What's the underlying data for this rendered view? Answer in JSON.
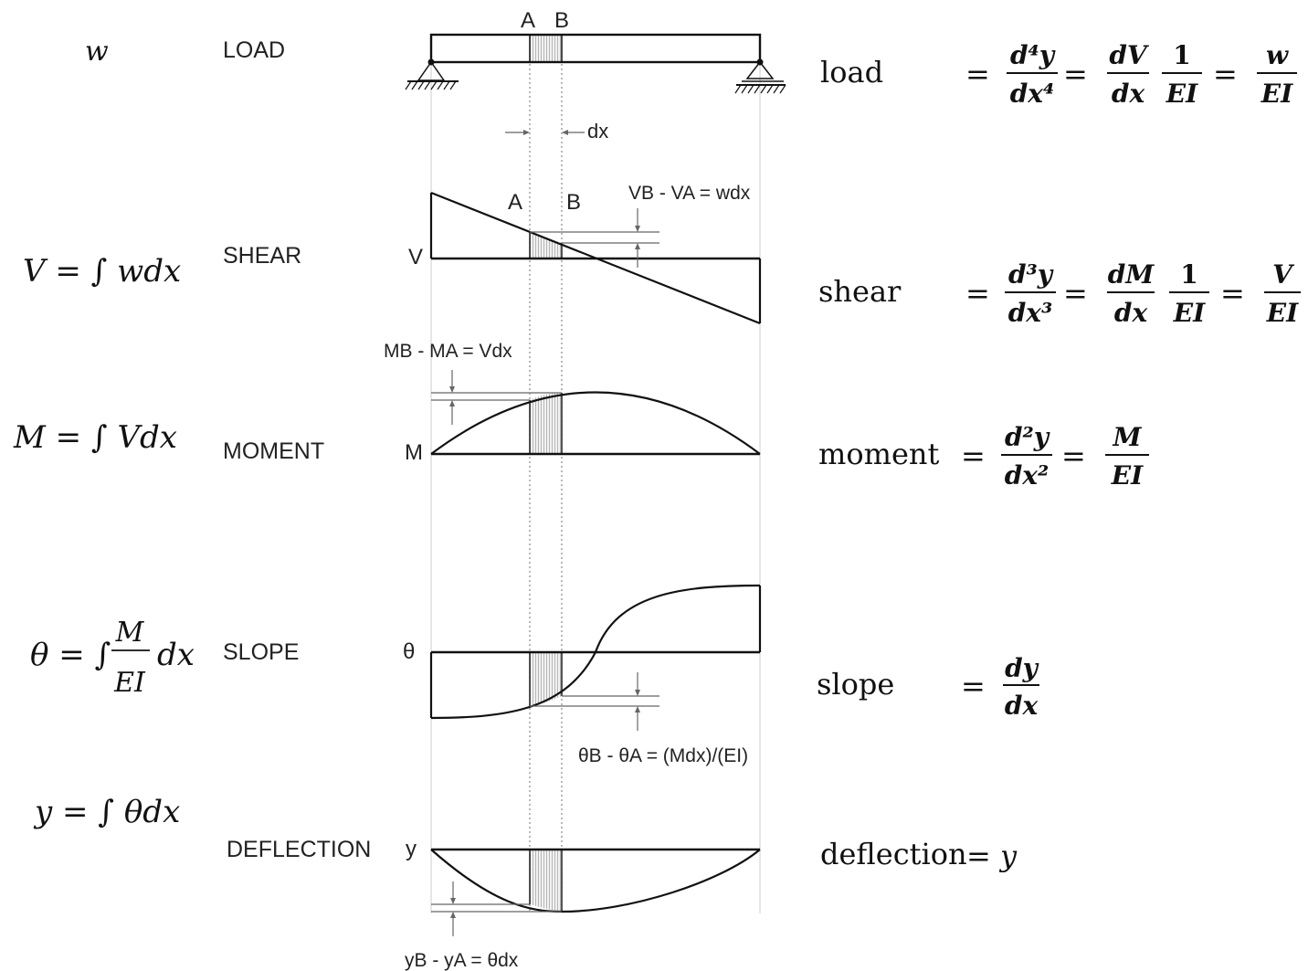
{
  "rows": {
    "load": {
      "label": "LOAD",
      "integral": "w"
    },
    "shear": {
      "label": "SHEAR",
      "integral": "V = ∫ wdx",
      "axis": "V"
    },
    "moment": {
      "label": "MOMENT",
      "integral": "M = ∫ Vdx",
      "axis": "M"
    },
    "slope": {
      "label": "SLOPE",
      "integral_lhs": "θ = ∫",
      "integral_num": "M",
      "integral_den": "EI",
      "integral_tail": "dx",
      "axis": "θ"
    },
    "deflection": {
      "label": "DEFLECTION",
      "integral": "y = ∫ θdx",
      "axis": "y"
    }
  },
  "points": {
    "a": "A",
    "b": "B",
    "dx": "dx"
  },
  "annotations": {
    "shear": "VB - VA = wdx",
    "moment": "MB - MA = Vdx",
    "slope": "θB - θA = (Mdx)/(EI)",
    "deflection": "yB - yA = θdx"
  },
  "relations": {
    "load": {
      "word": "load",
      "eq": "=",
      "t1n": "d⁴y",
      "t1d": "dx⁴",
      "t2n": "dV",
      "t2d": "dx",
      "t3n": "1",
      "t3d": "EI",
      "t4n": "w",
      "t4d": "EI"
    },
    "shear": {
      "word": "shear",
      "eq": "=",
      "t1n": "d³y",
      "t1d": "dx³",
      "t2n": "dM",
      "t2d": "dx",
      "t3n": "1",
      "t3d": "EI",
      "t4n": "V",
      "t4d": "EI"
    },
    "moment": {
      "word": "moment",
      "eq": "=",
      "t1n": "d²y",
      "t1d": "dx²",
      "t2n": "M",
      "t2d": "EI"
    },
    "slope": {
      "word": "slope",
      "eq": "=",
      "t1n": "dy",
      "t1d": "dx"
    },
    "deflection": {
      "word": "deflection",
      "eq": "= y"
    }
  }
}
